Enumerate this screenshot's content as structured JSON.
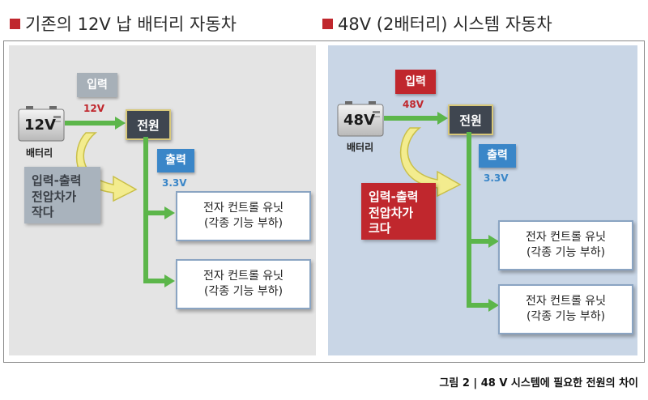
{
  "left": {
    "title": "기존의 12V 납 배터리 자동차",
    "battery_voltage": "12V",
    "battery_label": "배터리",
    "input_tag": "입력",
    "input_value": "12V",
    "power": "전원",
    "output_tag": "출력",
    "output_value": "3.3V",
    "difference": [
      "입력-출력",
      "전압차가",
      "작다"
    ],
    "units": [
      {
        "line1": "전자 컨트롤 유닛",
        "line2": "(각종 기능 부하)"
      },
      {
        "line1": "전자 컨트롤 유닛",
        "line2": "(각종 기능 부하)"
      }
    ]
  },
  "right": {
    "title": "48V (2배터리) 시스템 자동차",
    "battery_voltage": "48V",
    "battery_label": "배터리",
    "input_tag": "입력",
    "input_value": "48V",
    "power": "전원",
    "output_tag": "출력",
    "output_value": "3.3V",
    "difference": [
      "입력-출력",
      "전압차가",
      "크다"
    ],
    "units": [
      {
        "line1": "전자 컨트롤 유닛",
        "line2": "(각종 기능 부하)"
      },
      {
        "line1": "전자 컨트롤 유닛",
        "line2": "(각종 기능 부하)"
      }
    ]
  },
  "caption": "그림 2 | 48 V 시스템에 필요한 전원의 차이",
  "colors": {
    "accent_red": "#c0272d",
    "flow_green": "#5cb64a",
    "tag_blue": "#3a86c8",
    "tag_gray": "#a7b0b8",
    "left_bg": "#e4e4e4",
    "right_bg": "#c9d6e6"
  }
}
